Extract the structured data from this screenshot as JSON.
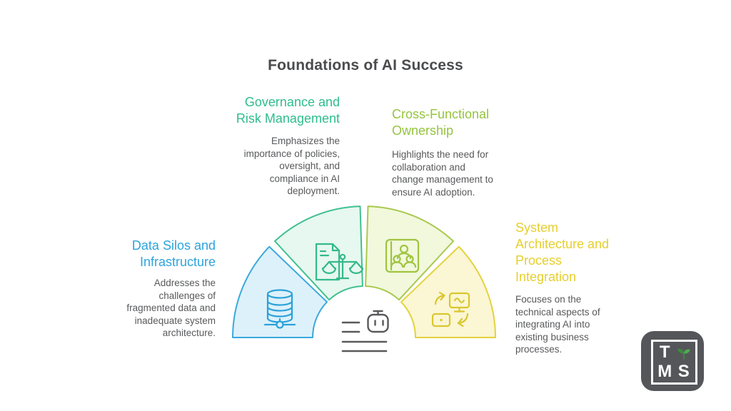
{
  "title": {
    "text": "Foundations of AI Success",
    "color": "#4a4b4d"
  },
  "segments": [
    {
      "id": "data-silos",
      "heading": [
        "Data Silos and",
        "Infrastructure"
      ],
      "description": [
        "Addresses the",
        "challenges of",
        "fragmented data and",
        "inadequate system",
        "architecture."
      ],
      "heading_color": "#2da4dc",
      "fill": "#ddf1fa",
      "stroke": "#3aa9dc",
      "icon_stroke": "#2aa2d8",
      "icon": "database-network-icon"
    },
    {
      "id": "governance-risk",
      "heading": [
        "Governance and",
        "Risk Management"
      ],
      "description": [
        "Emphasizes the",
        "importance of policies,",
        "oversight, and",
        "compliance in AI",
        "deployment."
      ],
      "heading_color": "#2ebd8d",
      "fill": "#e6f8ef",
      "stroke": "#41c090",
      "icon_stroke": "#34b98a",
      "icon": "document-scales-icon"
    },
    {
      "id": "cross-functional",
      "heading": [
        "Cross-Functional",
        "Ownership"
      ],
      "description": [
        "Highlights the need for",
        "collaboration and",
        "change management to",
        "ensure AI adoption."
      ],
      "heading_color": "#95c43e",
      "fill": "#f1f8dc",
      "stroke": "#a9c94f",
      "icon_stroke": "#a0c43f",
      "icon": "team-photo-icon"
    },
    {
      "id": "system-architecture",
      "heading": [
        "System",
        "Architecture and",
        "Process",
        "Integration"
      ],
      "description": [
        "Focuses on the",
        "technical aspects of",
        "integrating AI into",
        "existing business",
        "processes."
      ],
      "heading_color": "#e6cf2d",
      "fill": "#fbf6d3",
      "stroke": "#e3d23e",
      "icon_stroke": "#d9c72e",
      "icon": "process-integration-icon"
    }
  ],
  "robot": {
    "icon": "robot-icon",
    "color": "#58595b"
  },
  "logo": {
    "letter_t": "T",
    "letter_m": "M",
    "letter_s": "S",
    "bg": "#55565a",
    "leaf_dark": "#3d8b40",
    "leaf_light": "#4caf50",
    "sprout": "sprout-icon"
  }
}
